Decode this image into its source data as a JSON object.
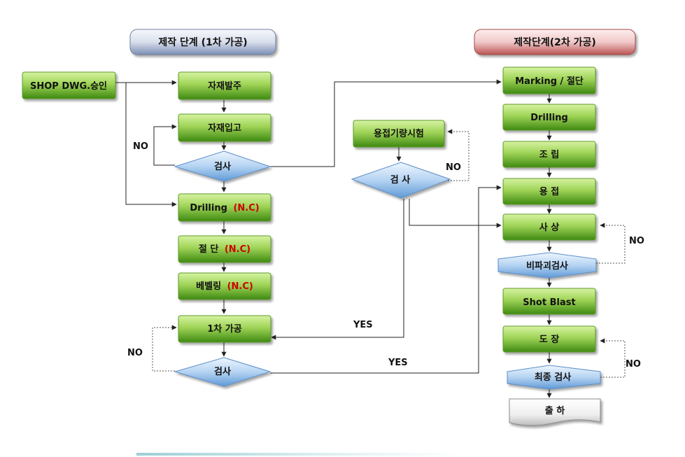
{
  "headers": {
    "stage1": "제작 단계 (1차 가공)",
    "stage2": "제작단계(2차 가공)"
  },
  "col_left": {
    "shop": "SHOP DWG.승인",
    "order": "자재발주",
    "receive": "자재입고",
    "inspect1": "검사",
    "drilling": "Drilling",
    "drilling_nc": "(N.C)",
    "cutting": "절 단",
    "cutting_nc": "(N.C)",
    "beveling": "베벨링",
    "beveling_nc": "(N.C)",
    "primary": "1차 가공",
    "inspect2": "검사"
  },
  "col_mid": {
    "weld_test": "용접기량시험",
    "inspect": "검 사"
  },
  "col_right": {
    "marking": "Marking / 절단",
    "drilling": "Drilling",
    "assembly": "조 립",
    "welding": "용 접",
    "finishing": "사 상",
    "ndt": "비파괴검사",
    "shot": "Shot Blast",
    "painting": "도 장",
    "final": "최종 검사",
    "shipping": "출 하"
  },
  "edge_labels": {
    "no_receive": "NO",
    "no_weld_test": "NO",
    "no_finishing": "NO",
    "no_primary": "NO",
    "no_painting": "NO",
    "yes_weld": "YES",
    "yes_primary": "YES"
  },
  "colors": {
    "box_top": "#c6ec8a",
    "box_bottom": "#4f9a1c",
    "diamond_top": "#e6f2ff",
    "diamond_bottom": "#6fa8e0",
    "header1_top": "#f4f6fb",
    "header1_bottom": "#8a9cc2",
    "header2_top": "#fbe3e3",
    "header2_bottom": "#c46565",
    "nc_red": "#cc0000"
  }
}
